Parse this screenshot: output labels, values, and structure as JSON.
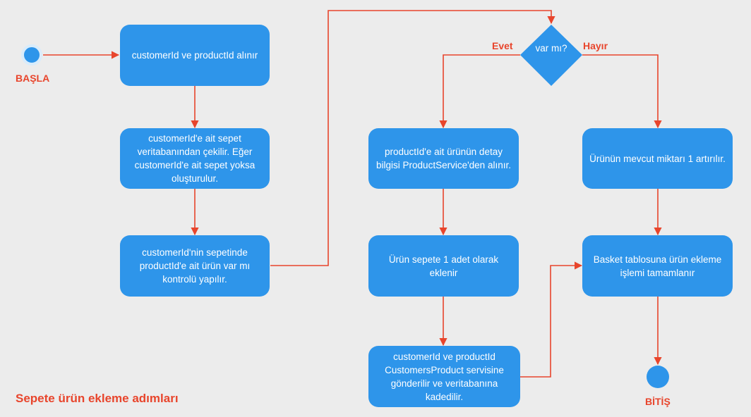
{
  "title": "Sepete ürün ekleme adımları",
  "start_label": "BAŞLA",
  "end_label": "BİTİŞ",
  "colors": {
    "node": "#2e95ea",
    "arrow": "#e8452c",
    "label": "#e8452c",
    "background": "#ececec"
  },
  "steps": {
    "s1": "customerId ve productId alınır",
    "s2": "customerId'e ait sepet veritabanından çekilir. Eğer customerId'e ait sepet yoksa oluşturulur.",
    "s3": "customerId'nin sepetinde productId'e ait ürün var mı kontrolü yapılır.",
    "s4": "productId'e ait ürünün detay bilgisi ProductService'den alınır.",
    "s5": "Ürün sepete 1 adet olarak eklenir",
    "s6": "customerId ve productId CustomersProduct servisine gönderilir ve veritabanına kadedilir.",
    "s7": "Ürünün mevcut miktarı 1 artırılır.",
    "s8": "Basket tablosuna ürün ekleme işlemi tamamlanır"
  },
  "decision": {
    "text": "var mı?",
    "yes_label": "Evet",
    "no_label": "Hayır"
  }
}
